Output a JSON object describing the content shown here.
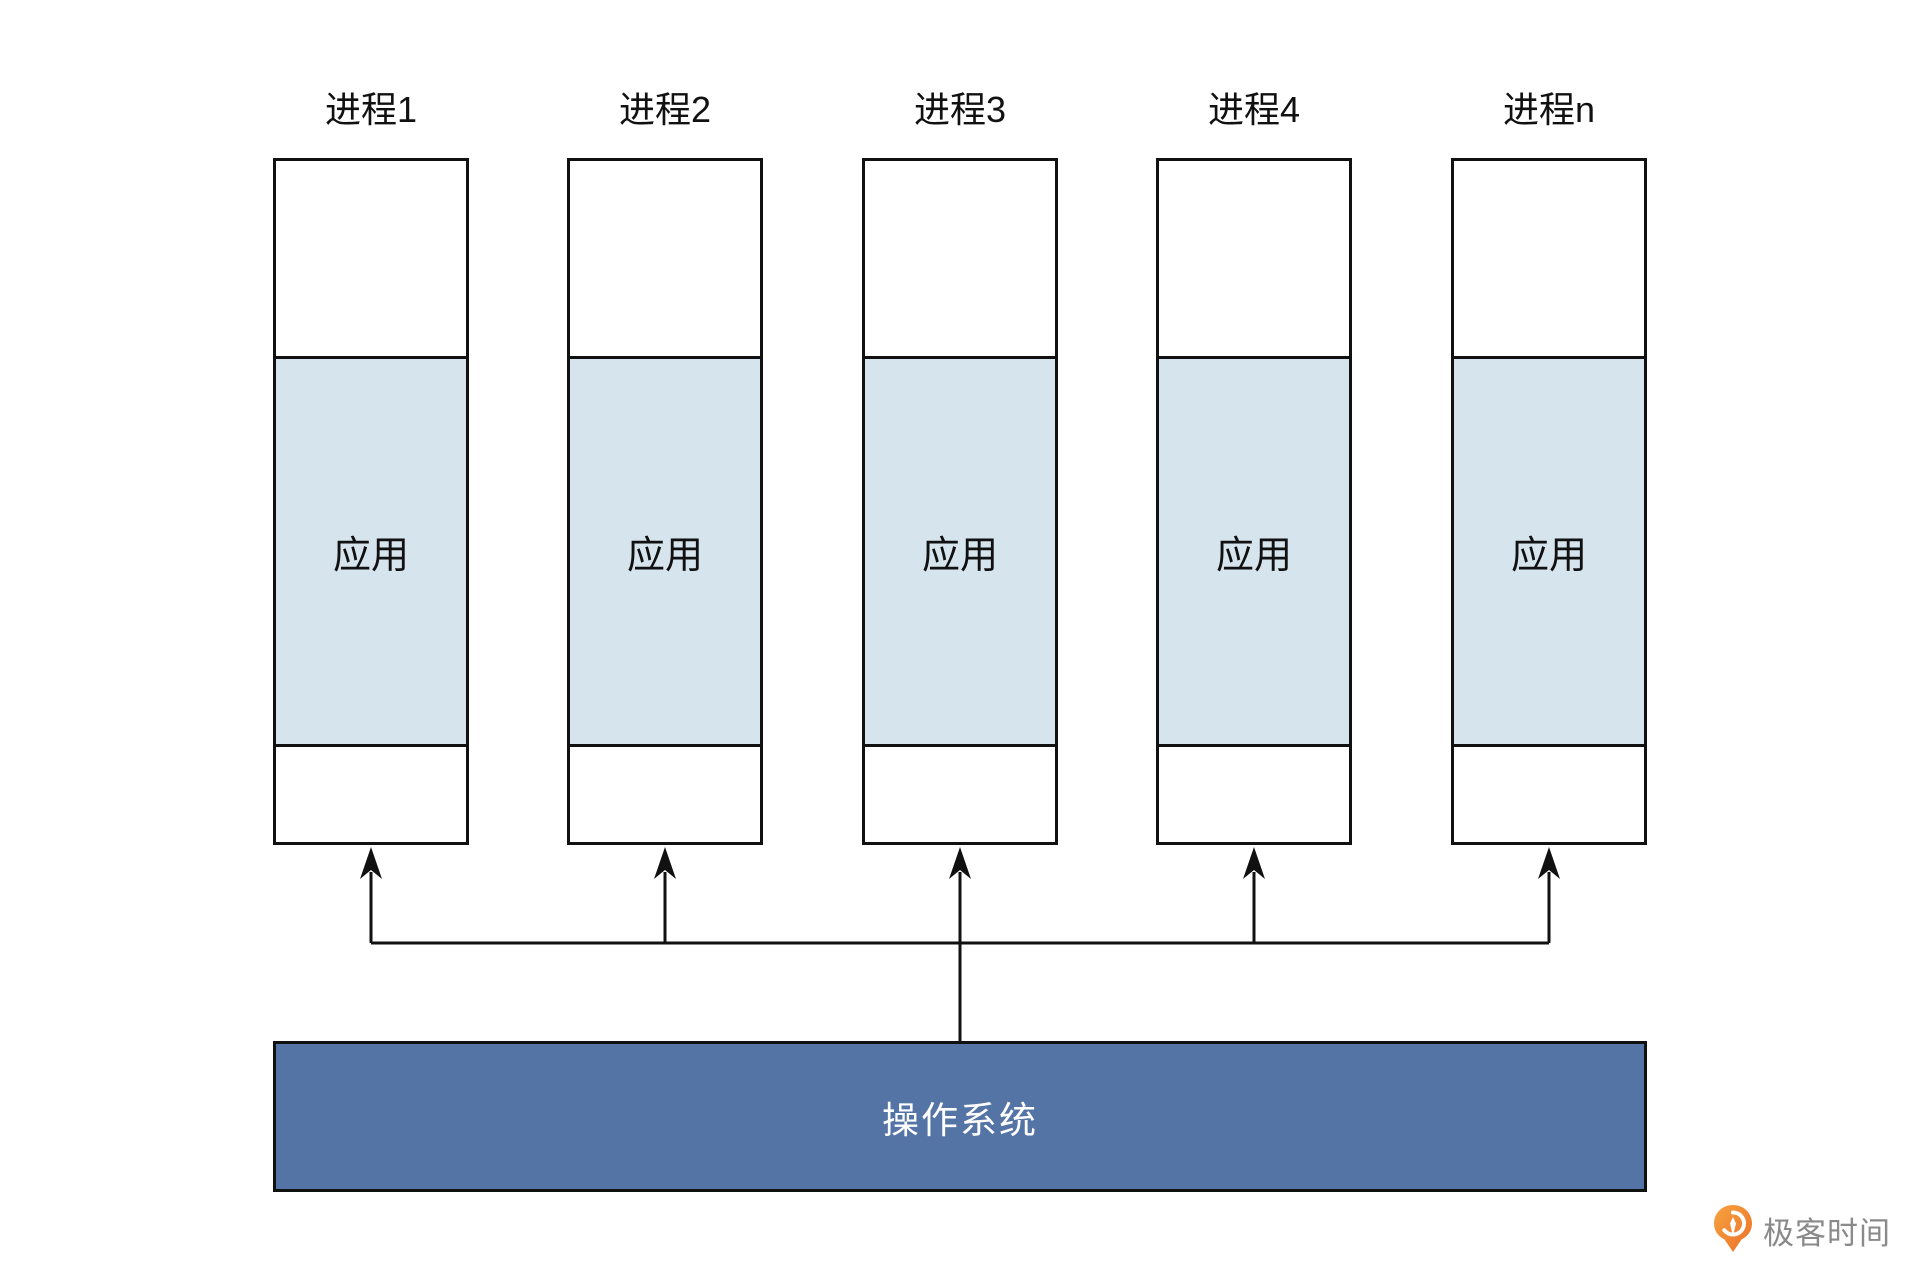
{
  "diagram": {
    "processes": [
      {
        "title": "进程1",
        "app_label": "应用"
      },
      {
        "title": "进程2",
        "app_label": "应用"
      },
      {
        "title": "进程3",
        "app_label": "应用"
      },
      {
        "title": "进程4",
        "app_label": "应用"
      },
      {
        "title": "进程n",
        "app_label": "应用"
      }
    ],
    "os_label": "操作系统"
  },
  "branding": {
    "logo_text": "极客时间"
  },
  "colors": {
    "app_section_fill": "#d5e4ed",
    "os_bar_fill": "#5574a6",
    "line_color": "#111111",
    "background": "#ffffff",
    "logo_orange_light": "#f6a33f",
    "logo_orange_dark": "#ec7029",
    "logo_text_gray": "#8a8a8a"
  }
}
